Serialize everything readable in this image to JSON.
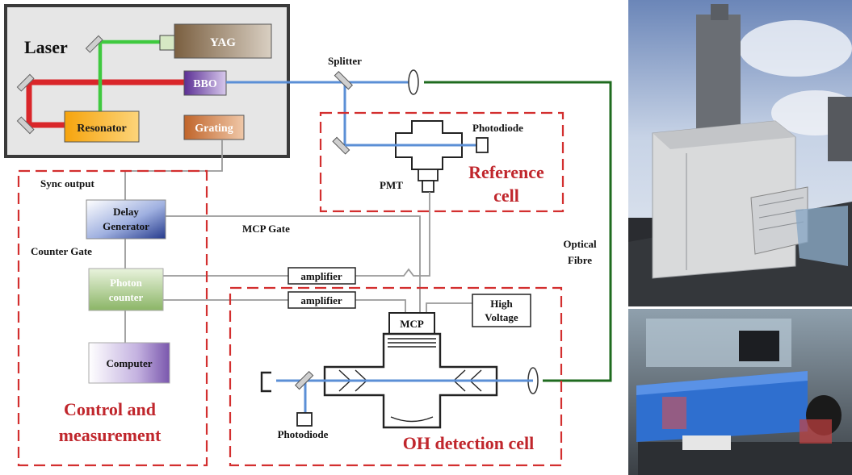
{
  "laser_box": {
    "title": "Laser",
    "yag": "YAG",
    "bbo": "BBO",
    "resonator": "Resonator",
    "grating": "Grating"
  },
  "optics": {
    "splitter": "Splitter",
    "optical_fibre_line1": "Optical",
    "optical_fibre_line2": "Fibre"
  },
  "reference_cell": {
    "title_line1": "Reference",
    "title_line2": "cell",
    "photodiode": "Photodiode",
    "pmt": "PMT"
  },
  "control": {
    "sync_output": "Sync output",
    "delay_generator_line1": "Delay",
    "delay_generator_line2": "Generator",
    "counter_gate": "Counter Gate",
    "photon_counter_line1": "Photon",
    "photon_counter_line2": "counter",
    "computer": "Computer",
    "title_line1": "Control and",
    "title_line2": "measurement",
    "mcp_gate": "MCP Gate",
    "amplifier_1": "amplifier",
    "amplifier_2": "amplifier"
  },
  "oh_cell": {
    "title": "OH detection cell",
    "mcp": "MCP",
    "high_voltage_line1": "High",
    "high_voltage_line2": "Voltage",
    "photodiode": "Photodiode"
  },
  "colors": {
    "beam_blue": "#5b8fd6",
    "beam_green": "#3fc93f",
    "beam_red": "#d9262a",
    "fibre_green": "#1f6b1f",
    "dashed_red": "#d32f2f",
    "yag_brown": "#8a7150",
    "bbo_purple": "#6c3ea8",
    "resonator_orange": "#f5a812",
    "grating_orange": "#c9733a",
    "delay_blue": "#2b3f8f",
    "photon_green": "#8db36a",
    "computer_purple": "#7a5aa8"
  }
}
